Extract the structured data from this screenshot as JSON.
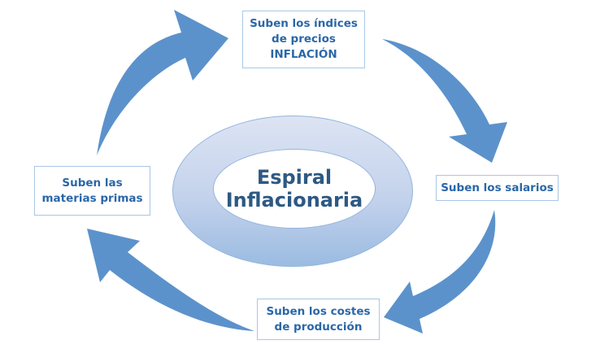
{
  "title": {
    "line1": "Espiral",
    "line2": "Inflacionaria"
  },
  "nodes": {
    "top": {
      "line1": "Suben los índices",
      "line2": "de precios",
      "line3": "INFLACIÓN"
    },
    "right": {
      "line1": "Suben los salarios"
    },
    "bottom": {
      "line1": "Suben los costes",
      "line2": "de producción"
    },
    "left": {
      "line1": "Suben las",
      "line2": "materias primas"
    }
  },
  "arrows": {
    "left_to_top": "curved-arrow-up-right",
    "top_to_right": "curved-arrow-down-right",
    "right_to_bottom": "curved-arrow-down-left",
    "bottom_to_left": "curved-arrow-up-left"
  },
  "colors": {
    "arrow": "#5c92cb",
    "boxBorder": "#a9c7e6",
    "boxText": "#2a67a8",
    "titleText": "#2d5983",
    "donutTop": "#dde4f3",
    "donutBottom": "#9bbbe1",
    "donutBorder": "#94b5dd",
    "background": "#ffffff"
  }
}
